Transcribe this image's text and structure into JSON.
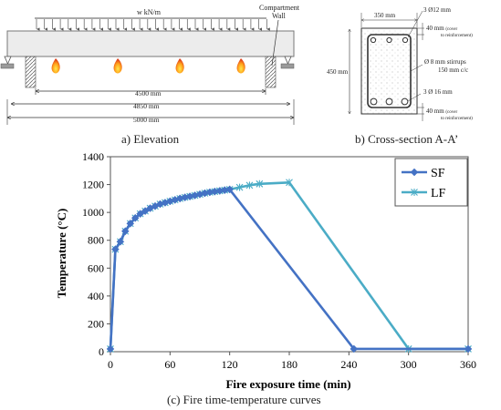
{
  "elevation": {
    "load_label": "w kN/m",
    "wall_label_line1": "Compartment",
    "wall_label_line2": "Wall",
    "dim_fire": "4500 mm",
    "dim_support": "4850 mm",
    "dim_total": "5000 mm",
    "caption": "a) Elevation"
  },
  "section": {
    "width_label": "350 mm",
    "height_label": "450 mm",
    "top_bars": "3 Ø12 mm",
    "top_cover_1": "40 mm",
    "top_cover_1b": "(cover",
    "top_cover_2": "to reinforcement)",
    "stirrups_1": "Ø 8 mm stirrups",
    "stirrups_2": "150 mm c/c",
    "bottom_bars": "3 Ø 16 mm",
    "bottom_cover_1": "40 mm",
    "bottom_cover_1b": "(cover",
    "bottom_cover_2": "to reinforcement)",
    "caption": "b) Cross-section A-A’"
  },
  "chart_caption": "(c) Fire time-temperature curves",
  "chart_data": {
    "type": "line",
    "xlabel": "Fire exposure time (min)",
    "ylabel": "Temperature (°C)",
    "xlim": [
      0,
      360
    ],
    "ylim": [
      0,
      1400
    ],
    "xticks": [
      0,
      60,
      120,
      180,
      240,
      300,
      360
    ],
    "yticks": [
      0,
      200,
      400,
      600,
      800,
      1000,
      1200,
      1400
    ],
    "grid": false,
    "legend": "top-right",
    "series": [
      {
        "name": "SF",
        "color": "#4472c4",
        "marker": "diamond",
        "x": [
          0,
          5,
          10,
          15,
          20,
          25,
          30,
          35,
          40,
          45,
          50,
          55,
          60,
          65,
          70,
          75,
          80,
          85,
          90,
          95,
          100,
          105,
          110,
          115,
          120,
          245,
          360
        ],
        "y": [
          20,
          735,
          790,
          865,
          920,
          960,
          990,
          1010,
          1030,
          1045,
          1060,
          1070,
          1080,
          1090,
          1100,
          1108,
          1115,
          1122,
          1130,
          1138,
          1145,
          1150,
          1155,
          1160,
          1165,
          20,
          20
        ]
      },
      {
        "name": "LF",
        "color": "#4bacc6",
        "marker": "asterisk",
        "x": [
          0,
          5,
          10,
          15,
          20,
          25,
          30,
          35,
          40,
          45,
          50,
          55,
          60,
          65,
          70,
          75,
          80,
          85,
          90,
          95,
          100,
          105,
          110,
          115,
          120,
          130,
          140,
          150,
          180,
          300,
          360
        ],
        "y": [
          20,
          735,
          790,
          865,
          920,
          960,
          990,
          1010,
          1030,
          1045,
          1060,
          1070,
          1080,
          1090,
          1100,
          1108,
          1115,
          1122,
          1130,
          1138,
          1145,
          1150,
          1155,
          1160,
          1165,
          1180,
          1195,
          1205,
          1215,
          20,
          20
        ]
      }
    ]
  }
}
